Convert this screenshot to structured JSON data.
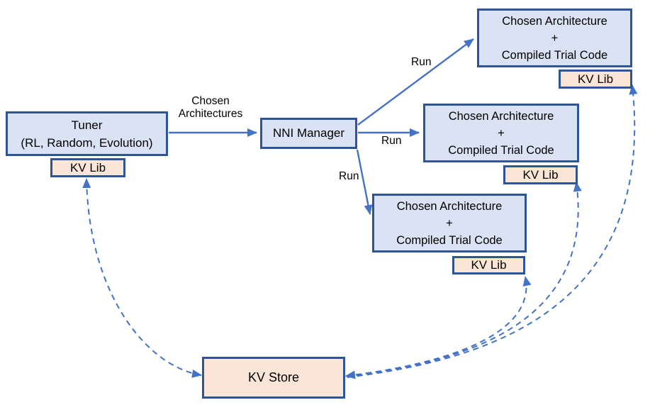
{
  "colors": {
    "arrow_blue": "#4472C4",
    "border_blue": "#2E5596",
    "node_blue_fill": "#DAE3F3",
    "node_peach_fill": "#FBE5D6",
    "text": "#000000",
    "background": "#FFFFFF"
  },
  "nodes": {
    "tuner": {
      "lines": [
        "Tuner",
        "(RL, Random, Evolution)"
      ]
    },
    "tuner_kv_lib": {
      "label": "KV Lib"
    },
    "nni_manager": {
      "label": "NNI Manager"
    },
    "trial_top": {
      "lines": [
        "Chosen Architecture",
        "+",
        "Compiled Trial Code"
      ]
    },
    "trial_top_kv_lib": {
      "label": "KV Lib"
    },
    "trial_middle": {
      "lines": [
        "Chosen Architecture",
        "+",
        "Compiled Trial Code"
      ]
    },
    "trial_middle_kv_lib": {
      "label": "KV Lib"
    },
    "trial_bottom": {
      "lines": [
        "Chosen Architecture",
        "+",
        "Compiled Trial Code"
      ]
    },
    "trial_bottom_kv_lib": {
      "label": "KV Lib"
    },
    "kv_store": {
      "label": "KV Store"
    }
  },
  "edge_labels": {
    "chosen_architectures_line1": "Chosen",
    "chosen_architectures_line2": "Architectures",
    "run_to_top": "Run",
    "run_to_middle": "Run",
    "run_to_bottom": "Run"
  }
}
